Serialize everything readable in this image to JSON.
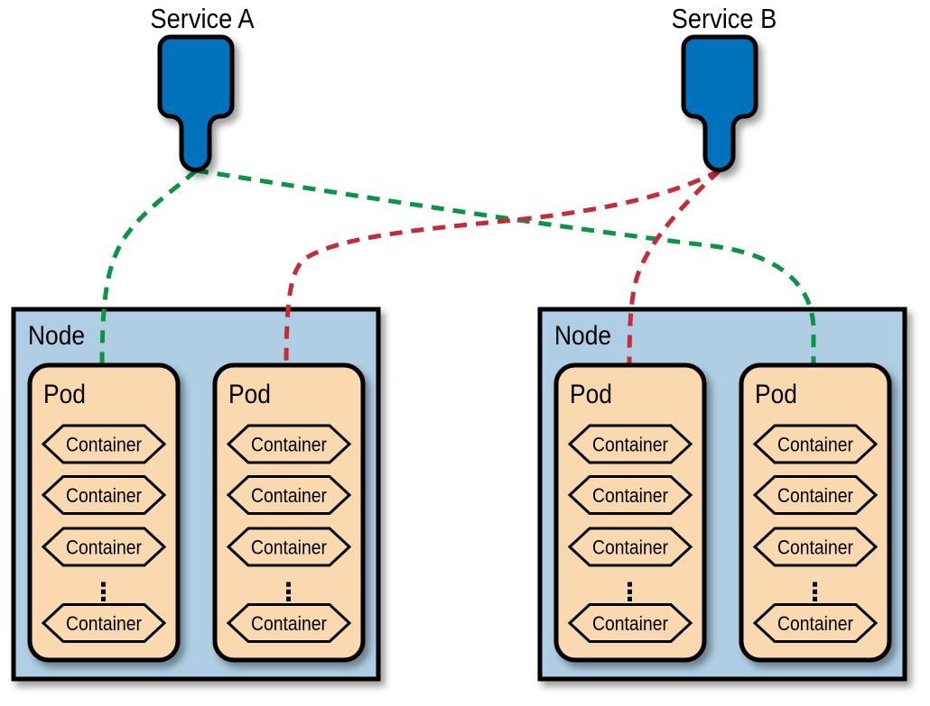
{
  "colors": {
    "background": "#FFFFFF",
    "outline": "#000000",
    "service_fill": "#0072BC",
    "node_fill": "#AFCEE3",
    "pod_fill": "#FAD8B0",
    "route_green": "#0B9444",
    "route_red": "#C22D39"
  },
  "services": [
    {
      "label": "Service A"
    },
    {
      "label": "Service B"
    }
  ],
  "nodes": [
    {
      "label": "Node",
      "pods": [
        {
          "label": "Pod",
          "containers": [
            "Container",
            "Container",
            "Container",
            "Container"
          ],
          "ellipsis": "⋮"
        },
        {
          "label": "Pod",
          "containers": [
            "Container",
            "Container",
            "Container",
            "Container"
          ],
          "ellipsis": "⋮"
        }
      ]
    },
    {
      "label": "Node",
      "pods": [
        {
          "label": "Pod",
          "containers": [
            "Container",
            "Container",
            "Container",
            "Container"
          ],
          "ellipsis": "⋮"
        },
        {
          "label": "Pod",
          "containers": [
            "Container",
            "Container",
            "Container",
            "Container"
          ],
          "ellipsis": "⋮"
        }
      ]
    }
  ],
  "connections": [
    {
      "from": "Service A",
      "to": "Node 1 / Pod 1",
      "color": "#0B9444",
      "style": "dashed"
    },
    {
      "from": "Service A",
      "to": "Node 2 / Pod 2",
      "color": "#0B9444",
      "style": "dashed"
    },
    {
      "from": "Service B",
      "to": "Node 2 / Pod 1",
      "color": "#C22D39",
      "style": "dashed"
    },
    {
      "from": "Service B",
      "to": "Node 1 / Pod 2",
      "color": "#C22D39",
      "style": "dashed"
    }
  ]
}
